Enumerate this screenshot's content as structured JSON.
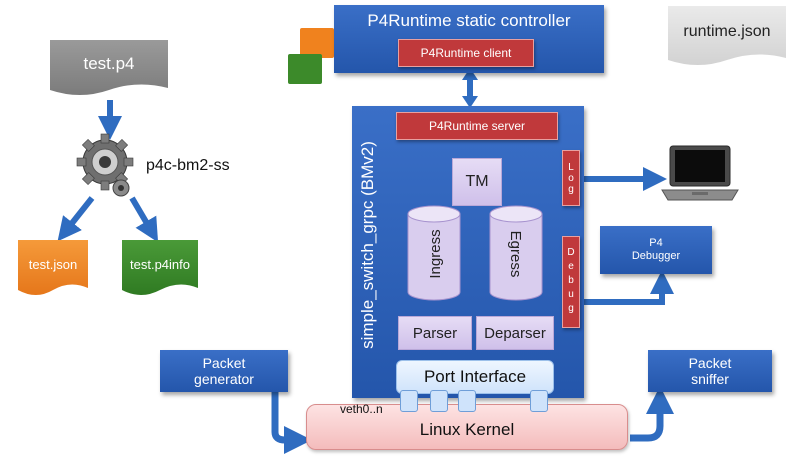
{
  "compile": {
    "source": "test.p4",
    "compiler": "p4c-bm2-ss",
    "output_json": "test.json",
    "output_p4info": "test.p4info"
  },
  "controller": {
    "title": "P4Runtime static controller",
    "client": "P4Runtime client",
    "config_file": "runtime.json"
  },
  "switch": {
    "name": "simple_switch_grpc  (BMv2)",
    "server": "P4Runtime server",
    "tm": "TM",
    "ingress": "Ingress",
    "egress": "Egress",
    "parser": "Parser",
    "deparser": "Deparser",
    "port_interface": "Port Interface",
    "log_label": "Log",
    "debug_label": "Debug"
  },
  "debugger": {
    "line1": "P4",
    "line2": "Debugger"
  },
  "packet_generator": {
    "line1": "Packet",
    "line2": "generator"
  },
  "packet_sniffer": {
    "line1": "Packet",
    "line2": "sniffer"
  },
  "kernel": {
    "label": "Linux Kernel",
    "veth": "veth0..n"
  },
  "colors": {
    "blue": "#2a5cb3",
    "red": "#c0393b",
    "orange": "#f0821e",
    "green": "#3c8a2a",
    "gray": "#8a8a8a",
    "teal": "#4fb5b8",
    "kernel_pink": "#f7caca"
  }
}
